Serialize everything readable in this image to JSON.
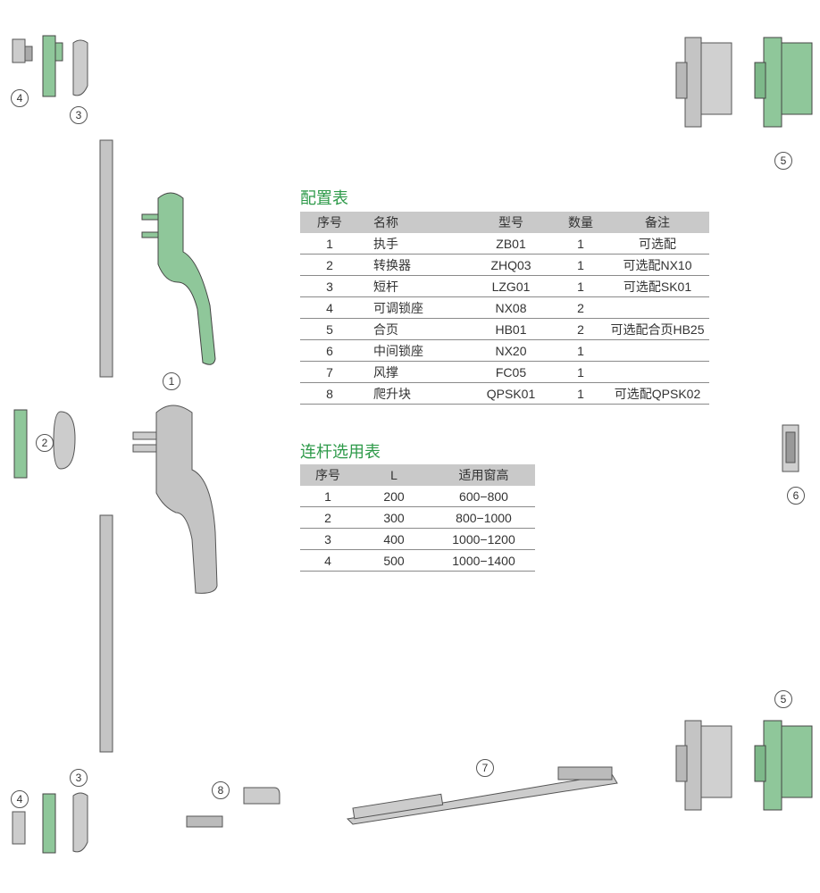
{
  "config_table": {
    "title": "配置表",
    "headers": [
      "序号",
      "名称",
      "型号",
      "数量",
      "备注"
    ],
    "rows": [
      [
        "1",
        "执手",
        "ZB01",
        "1",
        "可选配"
      ],
      [
        "2",
        "转换器",
        "ZHQ03",
        "1",
        "可选配NX10"
      ],
      [
        "3",
        "短杆",
        "LZG01",
        "1",
        "可选配SK01"
      ],
      [
        "4",
        "可调锁座",
        "NX08",
        "2",
        ""
      ],
      [
        "5",
        "合页",
        "HB01",
        "2",
        "可选配合页HB25"
      ],
      [
        "6",
        "中间锁座",
        "NX20",
        "1",
        ""
      ],
      [
        "7",
        "风撑",
        "FC05",
        "1",
        ""
      ],
      [
        "8",
        "爬升块",
        "QPSK01",
        "1",
        "可选配QPSK02"
      ]
    ]
  },
  "rod_table": {
    "title": "连杆选用表",
    "headers": [
      "序号",
      "L",
      "适用窗高"
    ],
    "rows": [
      [
        "1",
        "200",
        "600−800"
      ],
      [
        "2",
        "300",
        "800−1000"
      ],
      [
        "3",
        "400",
        "1000−1200"
      ],
      [
        "4",
        "500",
        "1000−1400"
      ]
    ]
  },
  "callouts": {
    "c4_top": "4",
    "c3_top": "3",
    "c5_top": "5",
    "c1": "1",
    "c2": "2",
    "c6": "6",
    "c5_bottom": "5",
    "c3_bottom": "3",
    "c4_bottom": "4",
    "c8": "8",
    "c7": "7"
  },
  "colors": {
    "accent": "#2e9a4a",
    "part_green": "#8fc79a",
    "part_gray": "#c4c4c4",
    "header_gray": "#c9c9c9"
  }
}
